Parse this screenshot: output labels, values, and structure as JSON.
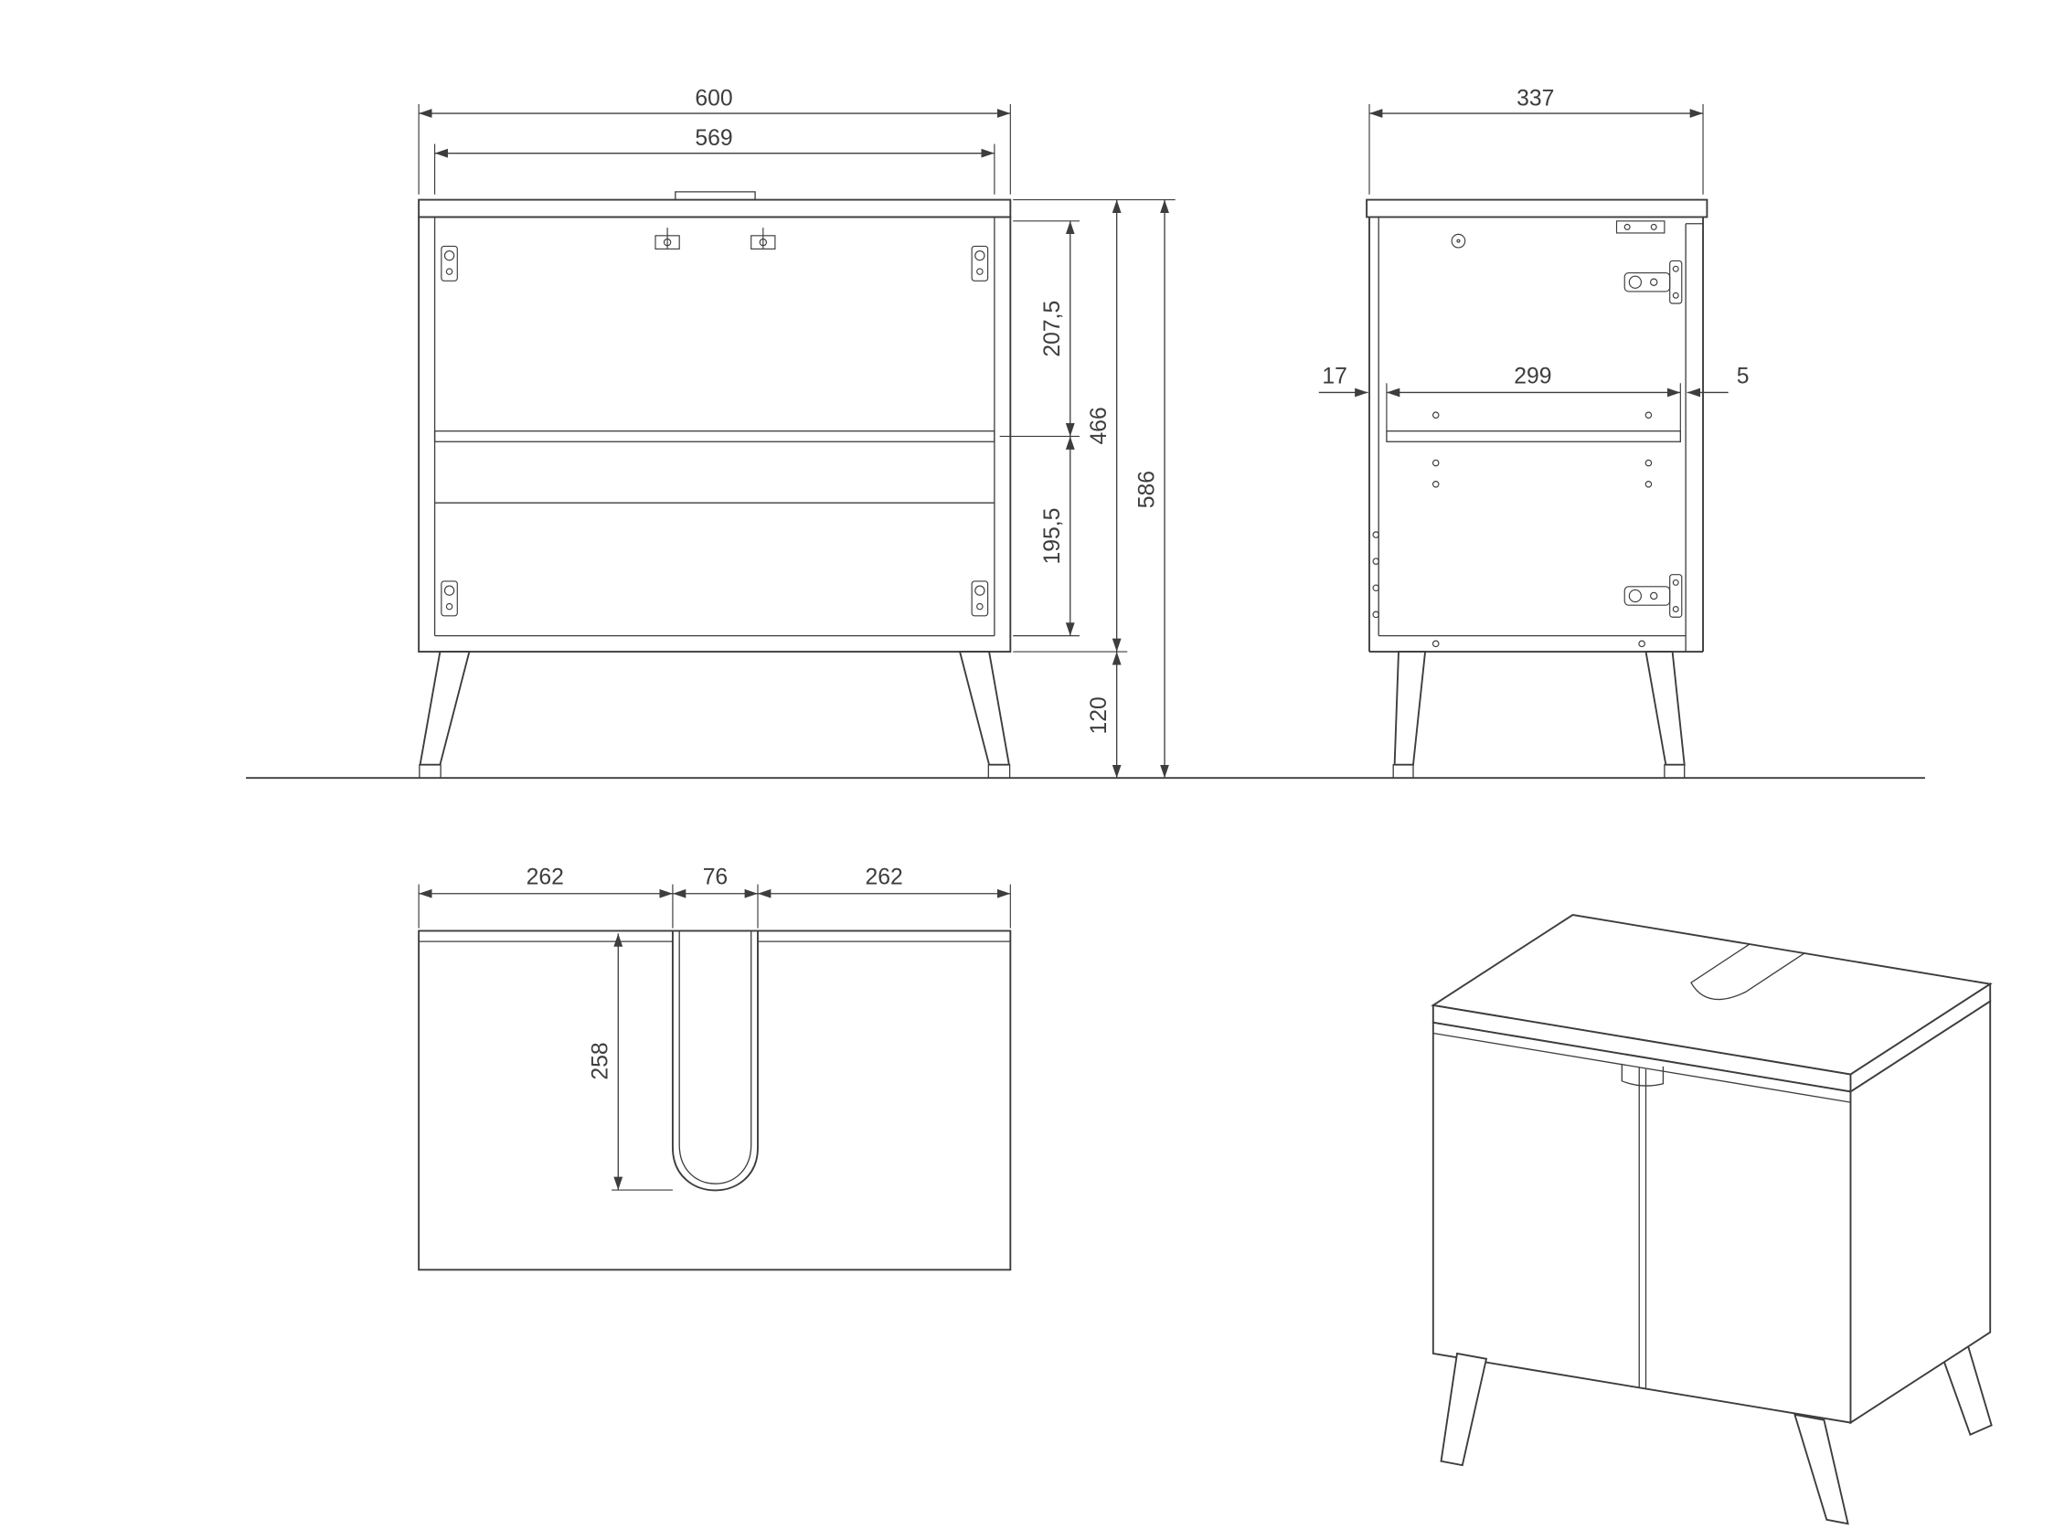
{
  "page": {
    "background": "#ffffff",
    "line_color": "#3d3d3d",
    "text_color": "#3d3d3d"
  },
  "front_view": {
    "overall_width": "600",
    "inner_width": "569",
    "upper_section_height": "207,5",
    "carcass_height": "466",
    "overall_height": "586",
    "lower_section_height": "195,5",
    "leg_height": "120"
  },
  "side_view": {
    "overall_depth": "337",
    "back_offset": "17",
    "shelf_depth": "299",
    "front_gap": "5"
  },
  "top_view": {
    "left_section_width": "262",
    "cutout_width": "76",
    "right_section_width": "262",
    "cutout_depth": "258"
  }
}
